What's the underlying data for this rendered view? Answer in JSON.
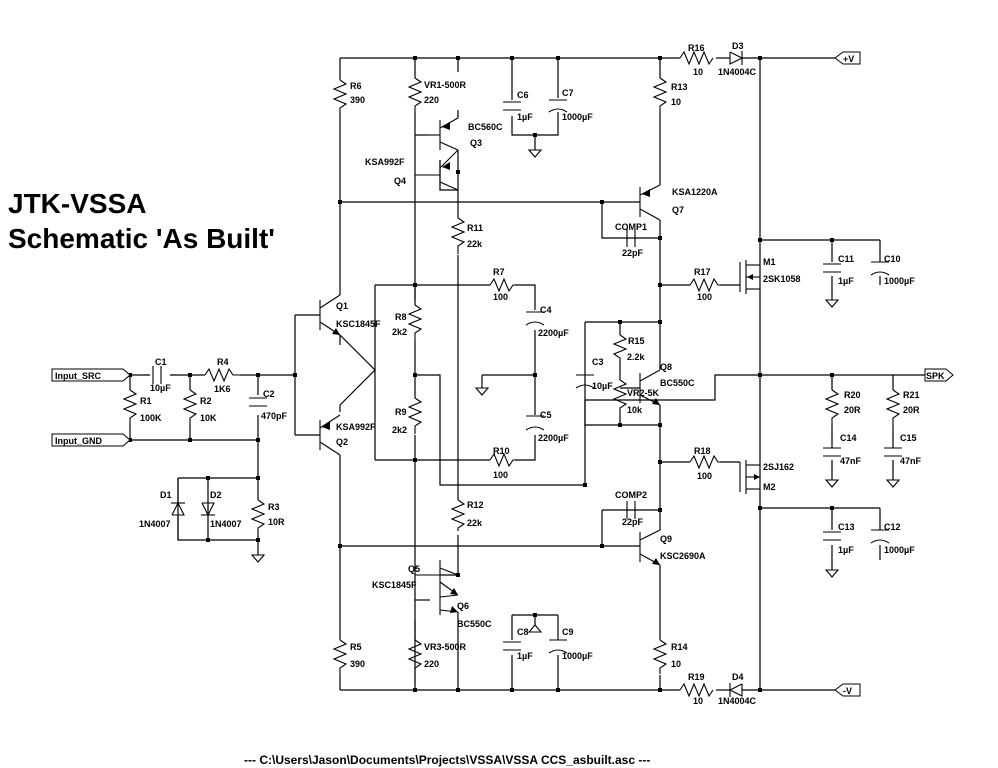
{
  "title": {
    "line1": "JTK-VSSA",
    "line2": "Schematic 'As Built'"
  },
  "footer": "---  C:\\Users\\Jason\\Documents\\Projects\\VSSA\\VSSA CCS_asbuilt.asc  ---",
  "ports": {
    "vpos": "+V",
    "vneg": "-V",
    "spk": "SPK",
    "input_src": "Input_SRC",
    "input_gnd": "Input_GND"
  },
  "components": {
    "R1": {
      "ref": "R1",
      "value": "100K"
    },
    "R2": {
      "ref": "R2",
      "value": "10K"
    },
    "R3": {
      "ref": "R3",
      "value": "10R"
    },
    "R4": {
      "ref": "R4",
      "value": "1K6"
    },
    "R5": {
      "ref": "R5",
      "value": "390"
    },
    "R6": {
      "ref": "R6",
      "value": "390"
    },
    "R7": {
      "ref": "R7",
      "value": "100"
    },
    "R8": {
      "ref": "R8",
      "value": "2k2"
    },
    "R9": {
      "ref": "R9",
      "value": "2k2"
    },
    "R10": {
      "ref": "R10",
      "value": "100"
    },
    "R11": {
      "ref": "R11",
      "value": "22k"
    },
    "R12": {
      "ref": "R12",
      "value": "22k"
    },
    "R13": {
      "ref": "R13",
      "value": "10"
    },
    "R14": {
      "ref": "R14",
      "value": "10"
    },
    "R15": {
      "ref": "R15",
      "value": "2.2k"
    },
    "R16": {
      "ref": "R16",
      "value": "10"
    },
    "R17": {
      "ref": "R17",
      "value": "100"
    },
    "R18": {
      "ref": "R18",
      "value": "100"
    },
    "R19": {
      "ref": "R19",
      "value": "10"
    },
    "R20": {
      "ref": "R20",
      "value": "20R"
    },
    "R21": {
      "ref": "R21",
      "value": "20R"
    },
    "VR1": {
      "ref": "VR1-500R",
      "value": "220"
    },
    "VR2": {
      "ref": "VR2-5K",
      "value": "10k"
    },
    "VR3": {
      "ref": "VR3-500R",
      "value": "220"
    },
    "C1": {
      "ref": "C1",
      "value": "10µF"
    },
    "C2": {
      "ref": "C2",
      "value": "470pF"
    },
    "C3": {
      "ref": "C3",
      "value": "10µF"
    },
    "C4": {
      "ref": "C4",
      "value": "2200µF"
    },
    "C5": {
      "ref": "C5",
      "value": "2200µF"
    },
    "C6": {
      "ref": "C6",
      "value": "1µF"
    },
    "C7": {
      "ref": "C7",
      "value": "1000µF"
    },
    "C8": {
      "ref": "C8",
      "value": "1µF"
    },
    "C9": {
      "ref": "C9",
      "value": "1000µF"
    },
    "C10": {
      "ref": "C10",
      "value": "1000µF"
    },
    "C11": {
      "ref": "C11",
      "value": "1µF"
    },
    "C12": {
      "ref": "C12",
      "value": "1000µF"
    },
    "C13": {
      "ref": "C13",
      "value": "1µF"
    },
    "C14": {
      "ref": "C14",
      "value": "47nF"
    },
    "C15": {
      "ref": "C15",
      "value": "47nF"
    },
    "COMP1": {
      "ref": "COMP1",
      "value": "22pF"
    },
    "COMP2": {
      "ref": "COMP2",
      "value": "22pF"
    },
    "D1": {
      "ref": "D1",
      "value": "1N4007"
    },
    "D2": {
      "ref": "D2",
      "value": "1N4007"
    },
    "D3": {
      "ref": "D3",
      "value": "1N4004C"
    },
    "D4": {
      "ref": "D4",
      "value": "1N4004C"
    },
    "Q1": {
      "ref": "Q1",
      "value": "KSC1845F"
    },
    "Q2": {
      "ref": "Q2",
      "value": "KSA992F"
    },
    "Q3": {
      "ref": "Q3",
      "value": "BC560C"
    },
    "Q4": {
      "ref": "Q4",
      "value": "KSA992F"
    },
    "Q5": {
      "ref": "Q5",
      "value": "KSC1845F"
    },
    "Q6": {
      "ref": "Q6",
      "value": "BC550C"
    },
    "Q7": {
      "ref": "Q7",
      "value": "KSA1220A"
    },
    "Q8": {
      "ref": "Q8",
      "value": "BC550C"
    },
    "Q9": {
      "ref": "Q9",
      "value": "KSC2690A"
    },
    "M1": {
      "ref": "M1",
      "value": "2SK1058"
    },
    "M2": {
      "ref": "M2",
      "value": "2SJ162"
    }
  }
}
